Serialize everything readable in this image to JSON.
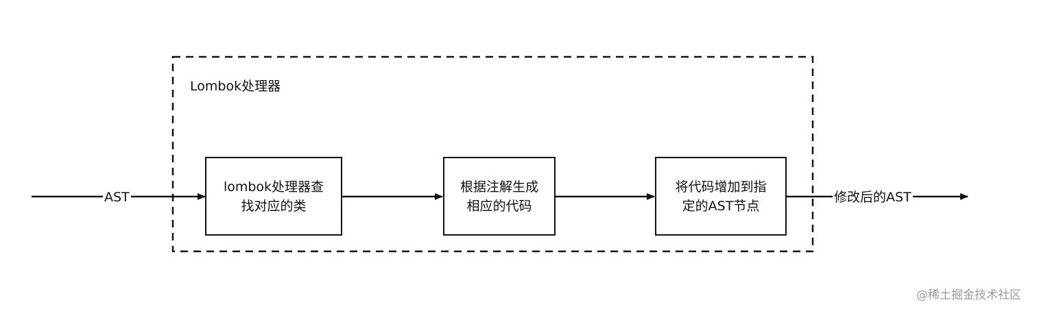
{
  "container": {
    "title": "Lombok处理器"
  },
  "input": {
    "label": "AST"
  },
  "output": {
    "label": "修改后的AST"
  },
  "steps": [
    {
      "lines": [
        "lombok处理器查",
        "找对应的类"
      ]
    },
    {
      "lines": [
        "根据注解生成",
        "相应的代码"
      ]
    },
    {
      "lines": [
        "将代码增加到指",
        "定的AST节点"
      ]
    }
  ],
  "watermark": "@稀土掘金技术社区",
  "colors": {
    "stroke": "#111111",
    "background": "#ffffff",
    "watermark": "#9a9a9a"
  }
}
